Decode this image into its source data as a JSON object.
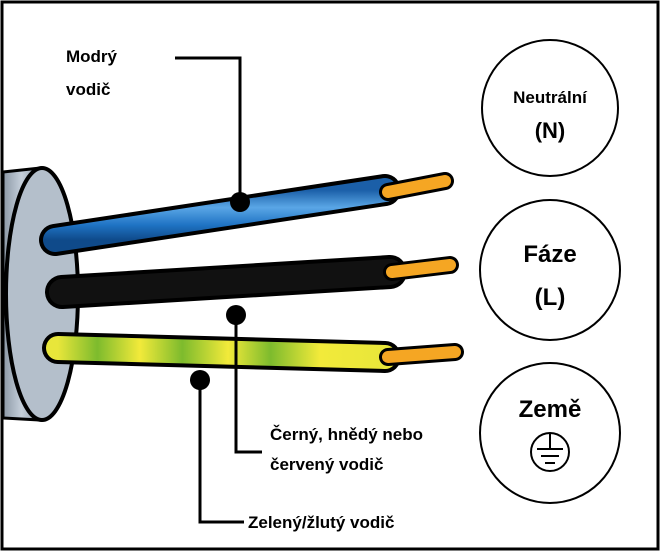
{
  "labels": {
    "blue": [
      "Modrý",
      "vodič"
    ],
    "black": [
      "Černý, hnědý nebo",
      "červený vodič"
    ],
    "green_yellow": "Zelený/žlutý vodič"
  },
  "circles": {
    "neutral": {
      "title": "Neutrální",
      "symbol": "(N)"
    },
    "phase": {
      "title": "Fáze",
      "symbol": "(L)"
    },
    "earth": {
      "title": "Země",
      "symbol_icon": "earth-ground-icon"
    }
  },
  "colors": {
    "blue_wire": "#1f73c4",
    "black_wire": "#111111",
    "green_wire": "#7dbb2d",
    "yellow_wire": "#f2ea3a",
    "copper_tip": "#f5a623",
    "cable_sheath": "#aeb9c6"
  }
}
